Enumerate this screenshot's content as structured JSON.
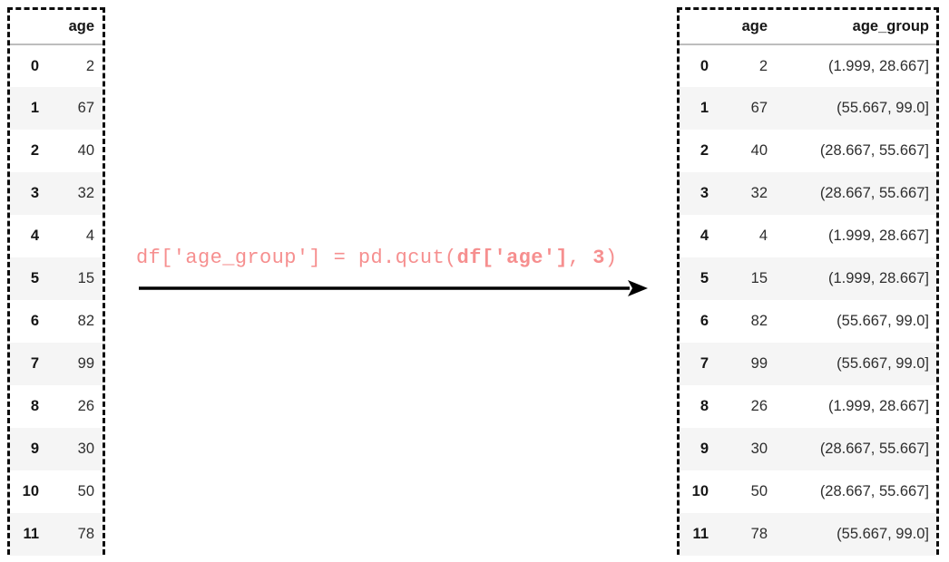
{
  "colors": {
    "code_text": "#f68f8f",
    "row_stripe": "#f5f5f5",
    "header_underline": "#bdbdbd",
    "panel_border": "#0d0d0d",
    "arrow": "#000000"
  },
  "left_table": {
    "header": {
      "age": "age"
    },
    "rows": [
      {
        "index": "0",
        "age": "2"
      },
      {
        "index": "1",
        "age": "67"
      },
      {
        "index": "2",
        "age": "40"
      },
      {
        "index": "3",
        "age": "32"
      },
      {
        "index": "4",
        "age": "4"
      },
      {
        "index": "5",
        "age": "15"
      },
      {
        "index": "6",
        "age": "82"
      },
      {
        "index": "7",
        "age": "99"
      },
      {
        "index": "8",
        "age": "26"
      },
      {
        "index": "9",
        "age": "30"
      },
      {
        "index": "10",
        "age": "50"
      },
      {
        "index": "11",
        "age": "78"
      }
    ]
  },
  "code": {
    "normal_1": "df['age_group'] = pd.qcut(",
    "bold_1": "df['age']",
    "normal_2": ", ",
    "bold_2": "3",
    "normal_3": ")"
  },
  "right_table": {
    "header": {
      "age": "age",
      "age_group": "age_group"
    },
    "rows": [
      {
        "index": "0",
        "age": "2",
        "age_group": "(1.999, 28.667]"
      },
      {
        "index": "1",
        "age": "67",
        "age_group": "(55.667, 99.0]"
      },
      {
        "index": "2",
        "age": "40",
        "age_group": "(28.667, 55.667]"
      },
      {
        "index": "3",
        "age": "32",
        "age_group": "(28.667, 55.667]"
      },
      {
        "index": "4",
        "age": "4",
        "age_group": "(1.999, 28.667]"
      },
      {
        "index": "5",
        "age": "15",
        "age_group": "(1.999, 28.667]"
      },
      {
        "index": "6",
        "age": "82",
        "age_group": "(55.667, 99.0]"
      },
      {
        "index": "7",
        "age": "99",
        "age_group": "(55.667, 99.0]"
      },
      {
        "index": "8",
        "age": "26",
        "age_group": "(1.999, 28.667]"
      },
      {
        "index": "9",
        "age": "30",
        "age_group": "(28.667, 55.667]"
      },
      {
        "index": "10",
        "age": "50",
        "age_group": "(28.667, 55.667]"
      },
      {
        "index": "11",
        "age": "78",
        "age_group": "(55.667, 99.0]"
      }
    ]
  }
}
